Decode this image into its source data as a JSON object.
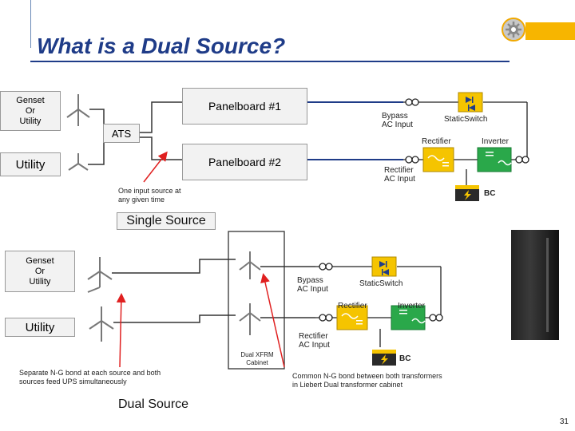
{
  "title": "What is a Dual Source?",
  "single": {
    "source1": "Genset\nOr\nUtility",
    "source2": "Utility",
    "ats": "ATS",
    "panel1": "Panelboard #1",
    "panel2": "Panelboard #2",
    "note": "One input source at\nany given time",
    "caption": "Single Source",
    "ups": {
      "bypass": "Bypass\nAC Input",
      "static_switch": "StaticSwitch",
      "rectifier": "Rectifier",
      "inverter": "Inverter",
      "rectifier_input": "Rectifier\nAC Input",
      "bc": "BC"
    }
  },
  "dual": {
    "source1": "Genset\nOr\nUtility",
    "source2": "Utility",
    "cabinet": "Dual XFRM\nCabinet",
    "note_left": "Separate N-G bond at each source and both\nsources feed UPS simultaneously",
    "note_right": "Common N-G bond between both transformers\nin Liebert Dual transformer cabinet",
    "caption": "Dual Source",
    "ups": {
      "bypass": "Bypass\nAC Input",
      "static_switch": "StaticSwitch",
      "rectifier": "Rectifier",
      "inverter": "Inverter",
      "rectifier_input": "Rectifier\nAC Input",
      "bc": "BC"
    }
  },
  "page_number": "31",
  "colors": {
    "title": "#1f3c88",
    "accent": "#f7b500",
    "arrow": "#e02020",
    "ups_component": "#f5c400",
    "inverter_block": "#2aa84a",
    "line": "#1f3c88"
  },
  "icons": [
    "gear-icon",
    "transformer-symbol",
    "switch-contact-icon",
    "diode-icon",
    "battery-icon",
    "ups-cabinet-image"
  ]
}
